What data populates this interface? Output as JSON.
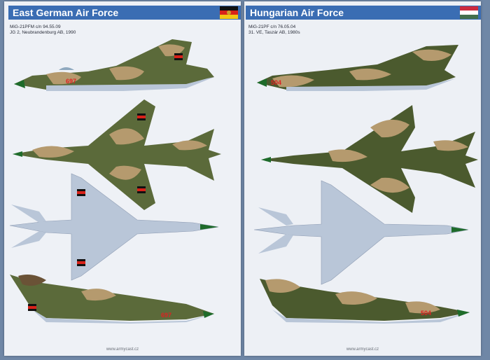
{
  "left_page": {
    "title": "East German Air Force",
    "caption_line1": "MiG-21PFM c/n 94.55.09",
    "caption_line2": "JG 2, Neubrandenburg AB, 1990",
    "footer": "www.armycast.cz",
    "flag": "east-germany",
    "nose_number": "697"
  },
  "right_page": {
    "title": "Hungarian Air Force",
    "caption_line1": "MiG-21PF c/n 76.05.04",
    "caption_line2": "31. VE, Taszár AB, 1980s",
    "footer": "www.armycast.cz",
    "flag": "hungary",
    "nose_number": "504"
  },
  "colors": {
    "banner": "#3a6db3",
    "camo_green": "#4b5a2e",
    "camo_tan": "#b59a6e",
    "camo_brown": "#6a5236",
    "underside": "#b9c6d8",
    "nose_cone": "#1e6b2a"
  }
}
